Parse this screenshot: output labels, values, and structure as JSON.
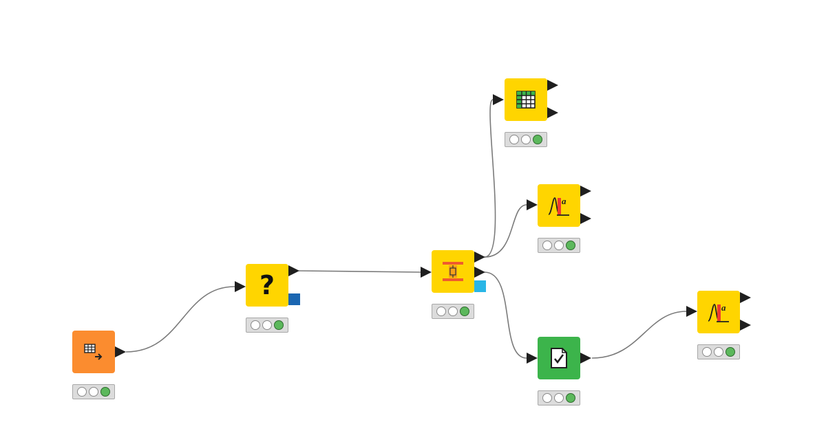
{
  "workflow": {
    "colors": {
      "canvas": "#ffffff",
      "source_node": "#fb8c2f",
      "manipulator_node": "#ffd500",
      "learner_node": "#ffd500",
      "scorer_node": "#3cb44b",
      "connection": "#7a7a7a",
      "port": "#1f1f1f",
      "status_green": "#5cb85c",
      "status_off": "#ffffff",
      "flow_port_blue": "#1a66b1",
      "flow_port_cyan": "#29b6e6"
    },
    "nodes": [
      {
        "id": "table-creator",
        "icon": "table-creator-icon",
        "kind": "source",
        "status": [
          "off",
          "off",
          "green"
        ]
      },
      {
        "id": "missing-value",
        "icon": "question-mark-icon",
        "kind": "manipulator",
        "status": [
          "off",
          "off",
          "green"
        ]
      },
      {
        "id": "partitioning",
        "icon": "partitioning-icon",
        "kind": "manipulator",
        "status": [
          "off",
          "off",
          "green"
        ]
      },
      {
        "id": "grid-table",
        "icon": "grid-table-icon",
        "kind": "manipulator",
        "status": [
          "off",
          "off",
          "green"
        ]
      },
      {
        "id": "learner-top",
        "icon": "learner-chart-icon",
        "kind": "learner",
        "status": [
          "off",
          "off",
          "green"
        ]
      },
      {
        "id": "scorer",
        "icon": "checklist-document-icon",
        "kind": "scorer",
        "status": [
          "off",
          "off",
          "green"
        ]
      },
      {
        "id": "learner-right",
        "icon": "learner-chart-icon",
        "kind": "learner",
        "status": [
          "off",
          "off",
          "green"
        ]
      }
    ],
    "connections": [
      {
        "from": "table-creator",
        "to": "missing-value"
      },
      {
        "from": "missing-value",
        "to": "partitioning"
      },
      {
        "from": "partitioning",
        "to": "grid-table"
      },
      {
        "from": "partitioning",
        "to": "learner-top"
      },
      {
        "from": "partitioning",
        "to": "scorer"
      },
      {
        "from": "scorer",
        "to": "learner-right"
      }
    ],
    "question_mark": "?",
    "learner_glyph": "a"
  }
}
